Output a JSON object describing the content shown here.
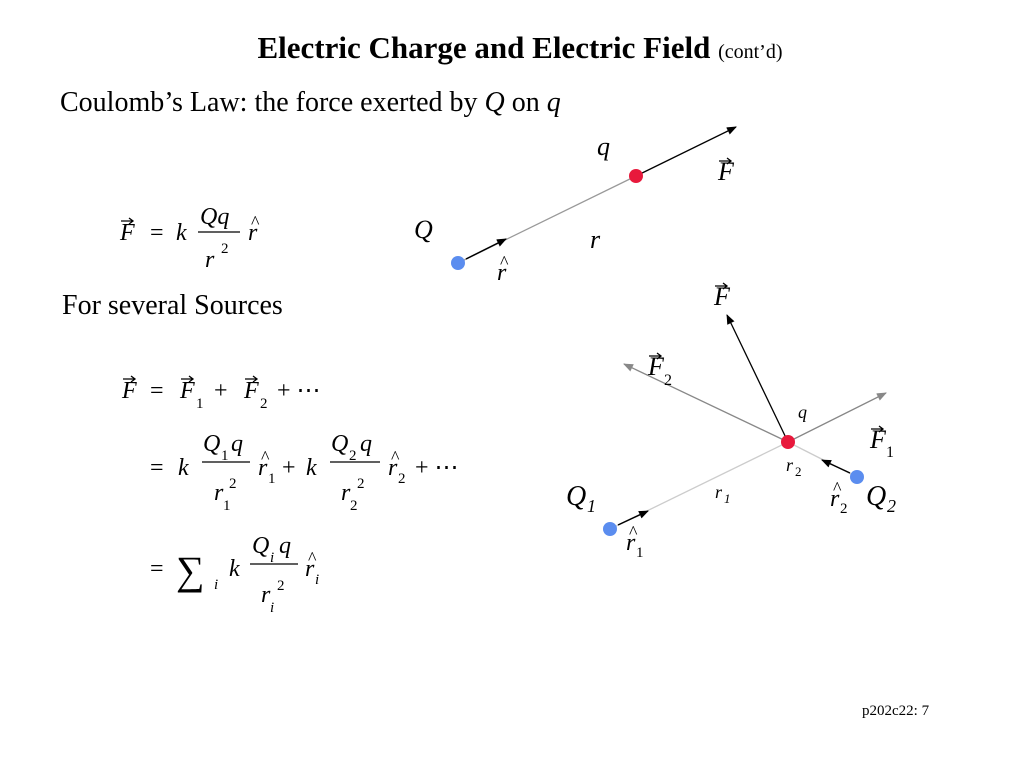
{
  "slide": {
    "title": "Electric Charge and Electric Field",
    "title_suffix": "(cont’d)",
    "coulomb_intro": "Coulomb’s Law: the force exerted by",
    "coulomb_Q": "Q",
    "coulomb_on": "on",
    "coulomb_q": "q",
    "sources_heading": "For several Sources",
    "page_number": "p202c22: 7"
  },
  "equations": {
    "coulomb": {
      "F": "F",
      "eq": "=",
      "k": "k",
      "num": "Qq",
      "den": "r",
      "den_exp": "2",
      "rhat": "r"
    },
    "superposition": {
      "F": "F",
      "eq": "=",
      "F1": "F",
      "sub1": "1",
      "plus": "+",
      "F2": "F",
      "sub2": "2",
      "dots": "+ ⋯"
    },
    "expanded": {
      "eq": "=",
      "k": "k",
      "term1_num_Q": "Q",
      "term1_num_sub": "1",
      "term1_num_q": "q",
      "term1_den": "r",
      "term1_den_sub": "1",
      "term1_den_exp": "2",
      "rhat1": "r",
      "rhat1_sub": "1",
      "plus": "+",
      "term2_num_Q": "Q",
      "term2_num_sub": "2",
      "term2_num_q": "q",
      "term2_den": "r",
      "term2_den_sub": "2",
      "term2_den_exp": "2",
      "rhat2": "r",
      "rhat2_sub": "2",
      "dots": "+ ⋯"
    },
    "sum": {
      "eq": "=",
      "sigma": "∑",
      "sigma_sub": "i",
      "k": "k",
      "num_Q": "Q",
      "num_sub": "i",
      "num_q": "q",
      "den": "r",
      "den_sub": "i",
      "den_exp": "2",
      "rhat": "r",
      "rhat_sub": "i"
    }
  },
  "diagram_single": {
    "q_label": "q",
    "F_label": "F",
    "Q_label": "Q",
    "r_label": "r",
    "rhat_label": "r"
  },
  "diagram_multi": {
    "F_label": "F",
    "F2_label": "F",
    "F2_sub": "2",
    "q_label": "q",
    "F1_label": "F",
    "F1_sub": "1",
    "r2_label": "r",
    "r2_sub": "2",
    "r1_label": "r",
    "r1_sub": "1",
    "Q1_label": "Q",
    "Q1_sub": "1",
    "Q2_label": "Q",
    "Q2_sub": "2",
    "rhat1_label": "r",
    "rhat1_sub": "1",
    "rhat2_label": "r",
    "rhat2_sub": "2"
  },
  "colors": {
    "test_charge": "#e8193c",
    "source_charge": "#5b8def",
    "field_line": "#999999",
    "faint_line": "#cccccc",
    "arrow": "#000000",
    "gray_arrow": "#888888"
  }
}
